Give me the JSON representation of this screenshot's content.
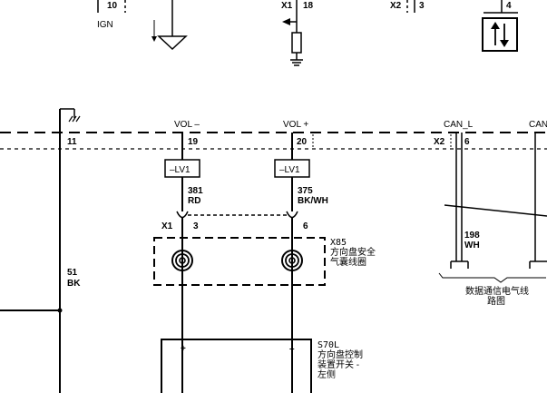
{
  "top": {
    "pin_10": "10",
    "ign": "IGN",
    "x1": "X1",
    "pin_18": "18",
    "x2": "X2",
    "pin_3": "3",
    "pin_4": "4"
  },
  "connector": {
    "vol_minus": "VOL –",
    "vol_plus": "VOL +",
    "can_l": "CAN_L",
    "can_h": "CAN",
    "pin_11": "11",
    "pin_19": "19",
    "pin_20": "20",
    "x2": "X2",
    "pin_6": "6"
  },
  "wires": {
    "left_num": "51",
    "left_color": "BK",
    "vol_minus_num": "381",
    "vol_minus_color": "RD",
    "vol_plus_num": "375",
    "vol_plus_color": "BK/WH",
    "can_num": "198",
    "can_color": "WH"
  },
  "lv": {
    "left": "–LV1",
    "right": "–LV1"
  },
  "coil": {
    "x1": "X1",
    "pin_3": "3",
    "pin_6": "6",
    "code": "X85",
    "name_line1": "方向盘安全",
    "name_line2": "气囊线圈"
  },
  "data_comm": {
    "line1": "数据通信电气线",
    "line2": "路图"
  },
  "switch": {
    "plus": "+",
    "minus": "–",
    "code": "S70L",
    "name_line1": "方向盘控制",
    "name_line2": "装置开关 -",
    "name_line3": "左侧"
  }
}
